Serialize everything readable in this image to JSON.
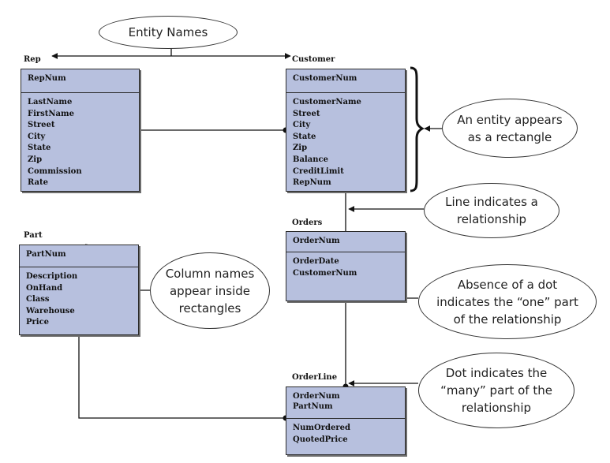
{
  "entities": {
    "rep": {
      "name": "Rep",
      "key": [
        "RepNum"
      ],
      "columns": [
        "LastName",
        "FirstName",
        "Street",
        "City",
        "State",
        "Zip",
        "Commission",
        "Rate"
      ]
    },
    "customer": {
      "name": "Customer",
      "key": [
        "CustomerNum"
      ],
      "columns": [
        "CustomerName",
        "Street",
        "City",
        "State",
        "Zip",
        "Balance",
        "CreditLimit",
        "RepNum"
      ]
    },
    "orders": {
      "name": "Orders",
      "key": [
        "OrderNum"
      ],
      "columns": [
        "OrderDate",
        "CustomerNum"
      ]
    },
    "part": {
      "name": "Part",
      "key": [
        "PartNum"
      ],
      "columns": [
        "Description",
        "OnHand",
        "Class",
        "Warehouse",
        "Price"
      ]
    },
    "orderline": {
      "name": "OrderLine",
      "key": [
        "OrderNum",
        "PartNum"
      ],
      "columns": [
        "NumOrdered",
        "QuotedPrice"
      ]
    }
  },
  "callouts": {
    "entity_names": "Entity Names",
    "rectangle": [
      "An entity appears",
      "as a rectangle"
    ],
    "relationship": [
      "Line indicates a",
      "relationship"
    ],
    "columns": [
      "Column names",
      "appear inside",
      "rectangles"
    ],
    "one": [
      "Absence of a dot",
      "indicates the “one” part",
      "of the relationship"
    ],
    "many": [
      "Dot indicates the",
      "“many” part of the",
      "relationship"
    ]
  }
}
